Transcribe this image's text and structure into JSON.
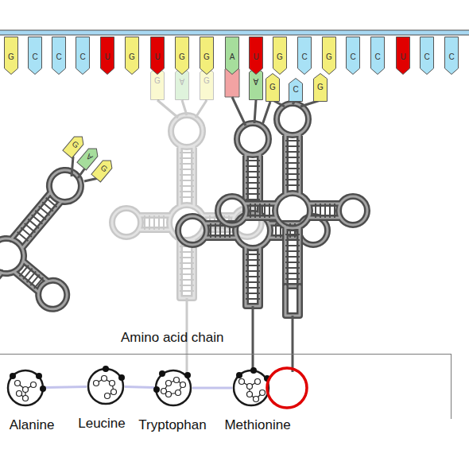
{
  "diagram": {
    "nodes": [
      {
        "text": [
          "G"
        ]
      },
      {
        "text": [
          "C"
        ]
      },
      {
        "text": [
          "C"
        ]
      },
      {
        "text": [
          "C"
        ]
      },
      {
        "text": [
          "U"
        ]
      },
      {
        "text": [
          "G"
        ]
      },
      {
        "text": [
          "U"
        ]
      },
      {
        "text": [
          "G"
        ]
      },
      {
        "text": [
          "G"
        ]
      },
      {
        "text": [
          "A"
        ]
      },
      {
        "text": [
          "U"
        ]
      },
      {
        "text": [
          "G"
        ]
      },
      {
        "text": [
          "C"
        ]
      },
      {
        "text": [
          "G"
        ]
      },
      {
        "text": [
          "C"
        ]
      },
      {
        "text": [
          "C"
        ]
      },
      {
        "text": [
          "U"
        ]
      },
      {
        "text": [
          "C"
        ]
      },
      {
        "text": [
          "C"
        ]
      },
      {
        "text": [
          "G"
        ]
      },
      {
        "text": [
          "A"
        ]
      },
      {
        "text": [
          "G"
        ]
      },
      {
        "text": [
          "A"
        ]
      },
      {
        "text": [
          "G"
        ]
      },
      {
        "text": [
          "C"
        ]
      },
      {
        "text": [
          "G"
        ]
      },
      {
        "text": [
          "G"
        ]
      },
      {
        "text": [
          "A"
        ]
      },
      {
        "text": [
          "G"
        ]
      },
      {
        "text": [
          "Amino acid chain"
        ]
      },
      {
        "text": [
          "Alanine"
        ],
        "in": 29
      },
      {
        "text": [
          "Leucine"
        ],
        "in": 29
      },
      {
        "text": [
          "Tryptophan"
        ],
        "in": 29
      },
      {
        "text": [
          "Methionine"
        ],
        "in": 29
      }
    ],
    "edges": [
      {
        "from": 30,
        "to": 31,
        "arrow": "none"
      },
      {
        "from": 31,
        "to": 32,
        "arrow": "none"
      },
      {
        "from": 32,
        "to": 33,
        "arrow": "none"
      }
    ]
  }
}
